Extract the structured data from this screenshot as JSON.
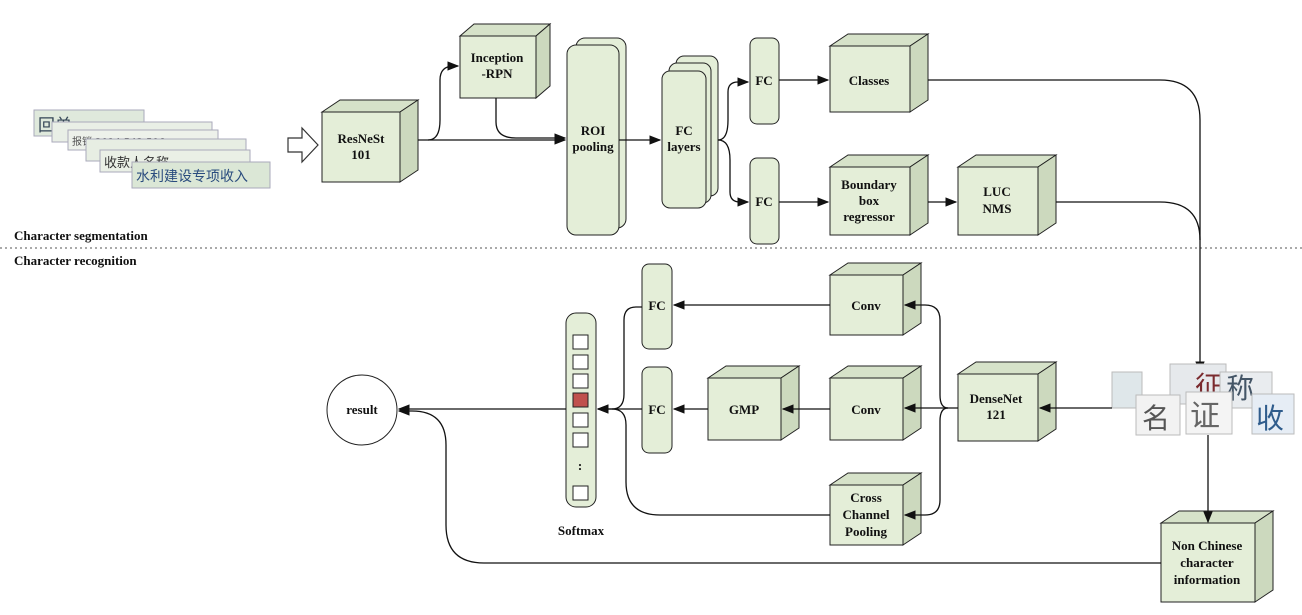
{
  "sections": {
    "segmentation": "Character segmentation",
    "recognition": "Character recognition"
  },
  "nodes": {
    "resnest": [
      "ResNeSt",
      "101"
    ],
    "inception": [
      "Inception",
      "-RPN"
    ],
    "roi": [
      "ROI",
      "pooling"
    ],
    "fc_layers": [
      "FC",
      "layers"
    ],
    "fc_top": "FC",
    "fc_mid": "FC",
    "classes": "Classes",
    "bbox": [
      "Boundary",
      "box",
      "regressor"
    ],
    "luc": [
      "LUC",
      "NMS"
    ],
    "conv_top": "Conv",
    "conv_mid": "Conv",
    "ccp": [
      "Cross",
      "Channel",
      "Pooling"
    ],
    "densenet": [
      "DenseNet",
      "121"
    ],
    "gmp": "GMP",
    "fc_r1": "FC",
    "fc_r2": "FC",
    "softmax": "Softmax",
    "softmax_dots": ":",
    "result": "result",
    "nonchinese": [
      "Non Chinese",
      "character",
      "information"
    ]
  },
  "input_image": {
    "strips": [
      "收款人名称",
      "水利建设专项收入",
      "报销 2014 542 506"
    ]
  },
  "char_crops": [
    "名",
    "证",
    "收",
    "征",
    "称"
  ],
  "colors": {
    "box_fill": "#e4eed8",
    "box_side": "#d0dcc2",
    "stroke": "#222222",
    "highlight": "#c0504d"
  }
}
